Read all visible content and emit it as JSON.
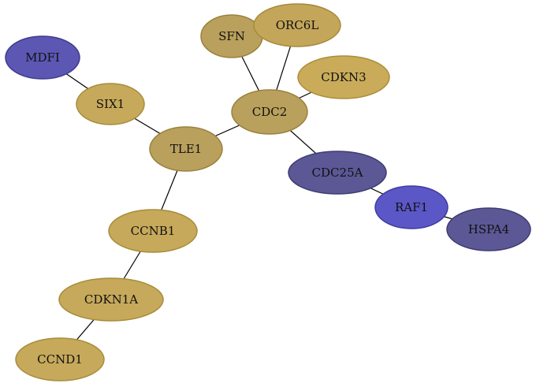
{
  "graph": {
    "nodes": [
      {
        "id": "mdfi",
        "label": "MDFI",
        "fill": "#5b57b3",
        "stroke": "#3f3b8e"
      },
      {
        "id": "six1",
        "label": "SIX1",
        "fill": "#c6a95a",
        "stroke": "#a88c3a"
      },
      {
        "id": "tle1",
        "label": "TLE1",
        "fill": "#b9a05c",
        "stroke": "#9a823e"
      },
      {
        "id": "cdc2",
        "label": "CDC2",
        "fill": "#b9a05c",
        "stroke": "#9a823e"
      },
      {
        "id": "sfn",
        "label": "SFN",
        "fill": "#b9a05c",
        "stroke": "#9a823e"
      },
      {
        "id": "orc6l",
        "label": "ORC6L",
        "fill": "#c4a65a",
        "stroke": "#a68a3a"
      },
      {
        "id": "cdkn3",
        "label": "CDKN3",
        "fill": "#c9ab5a",
        "stroke": "#aa8e3a"
      },
      {
        "id": "cdc25a",
        "label": "CDC25A",
        "fill": "#5c5896",
        "stroke": "#3f3c72"
      },
      {
        "id": "raf1",
        "label": "RAF1",
        "fill": "#5b57c6",
        "stroke": "#3f3ba0"
      },
      {
        "id": "hspa4",
        "label": "HSPA4",
        "fill": "#5c5896",
        "stroke": "#3f3c72"
      },
      {
        "id": "ccnb1",
        "label": "CCNB1",
        "fill": "#c6a95a",
        "stroke": "#a88c3a"
      },
      {
        "id": "cdkn1a",
        "label": "CDKN1A",
        "fill": "#c6a95a",
        "stroke": "#a88c3a"
      },
      {
        "id": "ccnd1",
        "label": "CCND1",
        "fill": "#c6a95a",
        "stroke": "#a88c3a"
      }
    ],
    "edges": [
      [
        "mdfi",
        "six1"
      ],
      [
        "six1",
        "tle1"
      ],
      [
        "tle1",
        "cdc2"
      ],
      [
        "tle1",
        "ccnb1"
      ],
      [
        "cdc2",
        "sfn"
      ],
      [
        "cdc2",
        "orc6l"
      ],
      [
        "cdc2",
        "cdkn3"
      ],
      [
        "cdc2",
        "cdc25a"
      ],
      [
        "cdc25a",
        "raf1"
      ],
      [
        "raf1",
        "hspa4"
      ],
      [
        "ccnb1",
        "cdkn1a"
      ],
      [
        "cdkn1a",
        "ccnd1"
      ]
    ]
  }
}
